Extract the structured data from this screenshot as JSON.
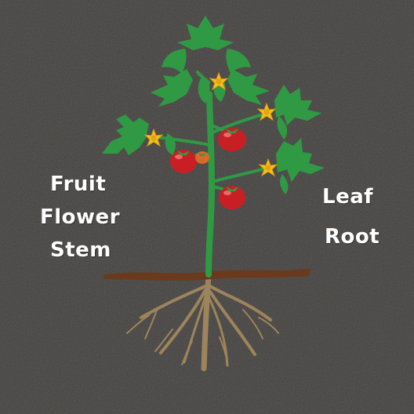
{
  "labels": {
    "fruit": "Fruit",
    "flower": "Flower",
    "stem": "Stem",
    "leaf": "Leaf",
    "root": "Root"
  },
  "colors": {
    "background": "#3d3b39",
    "leaf": "#2f9a43",
    "stem": "#2f9a43",
    "flower": "#f2c318",
    "fruit": "#c81f24",
    "unripe_fruit": "#d9682a",
    "soil": "#6b3a1c",
    "root": "#9e845c",
    "label_text": "#ffffff"
  },
  "icons": {
    "plant": "tomato-plant-illustration"
  }
}
